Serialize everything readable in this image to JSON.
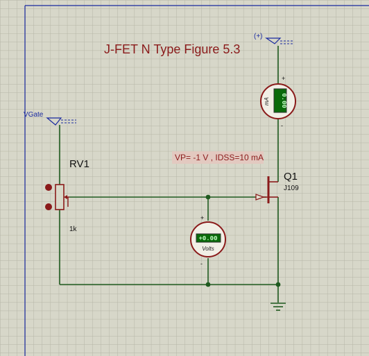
{
  "schematic": {
    "title": "J-FET N Type Figure 5.3",
    "note": "VP= -1 V , IDSS=10 mA",
    "vgate_label": "VGate",
    "vdd_label": "(+)",
    "pot": {
      "ref": "RV1",
      "value": "1k"
    },
    "transistor": {
      "ref": "Q1",
      "part": "J109"
    },
    "ammeter": {
      "unit": "mA",
      "display": "0.00",
      "plus": "+",
      "minus": "-"
    },
    "voltmeter": {
      "unit": "Volts",
      "display": "+0.00",
      "plus": "+",
      "minus": "-"
    }
  },
  "colors": {
    "grid": "#b8b8a8",
    "background": "#d7d7c9",
    "wire": "#1f5a1f",
    "component": "#8a1a1a",
    "border": "#1a2aa0",
    "lcd": "#0a6a0a"
  }
}
